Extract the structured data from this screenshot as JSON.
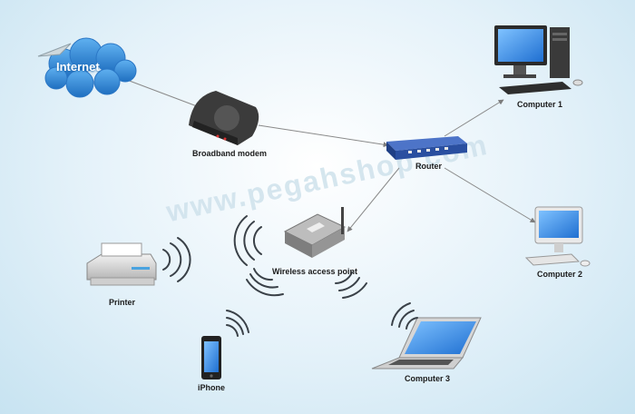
{
  "watermark": "www.pegahshop.com",
  "nodes": {
    "internet": "Internet",
    "modem": "Broadband modem",
    "router": "Router",
    "computer1": "Computer 1",
    "computer2": "Computer 2",
    "wap": "Wireless access point",
    "printer": "Printer",
    "iphone": "iPhone",
    "computer3": "Computer 3"
  },
  "colors": {
    "cloud": "#2e86d1",
    "connector": "#8a8a8a",
    "router": "#2a4fa0",
    "wave": "#3a4148"
  }
}
